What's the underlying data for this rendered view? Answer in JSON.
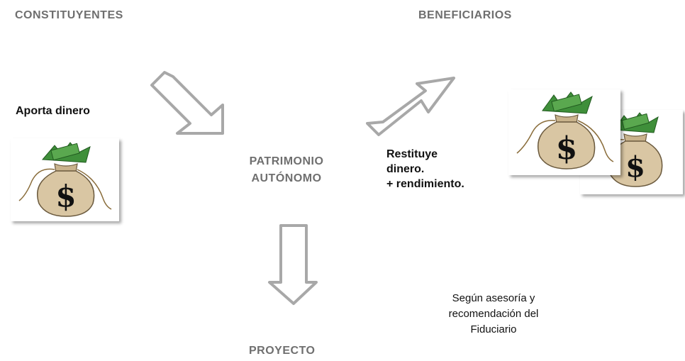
{
  "labels": {
    "constituyentes": "CONSTITUYENTES",
    "beneficiarios": "BENEFICIARIOS",
    "aporta": "Aporta dinero",
    "patrimonio_line1": "PATRIMONIO",
    "patrimonio_line2": "AUTÓNOMO",
    "restituye_line1": "Restituye",
    "restituye_line2": "dinero.",
    "restituye_line3": "+ rendimiento.",
    "asesoria_line1": "Según asesoría y",
    "asesoria_line2": "recomendación del",
    "asesoria_line3": "Fiduciario",
    "proyecto": "PROYECTO"
  },
  "images": {
    "money_bag_icon": "money-bag",
    "bag_symbol": "$"
  },
  "colors": {
    "heading_gray": "#6f6f6f",
    "text_dark": "#111111",
    "arrow_fill": "#ffffff",
    "arrow_stroke": "#a8a8a8",
    "bag_body": "#d9c6a3",
    "bill_green": "#3f8f3a"
  }
}
